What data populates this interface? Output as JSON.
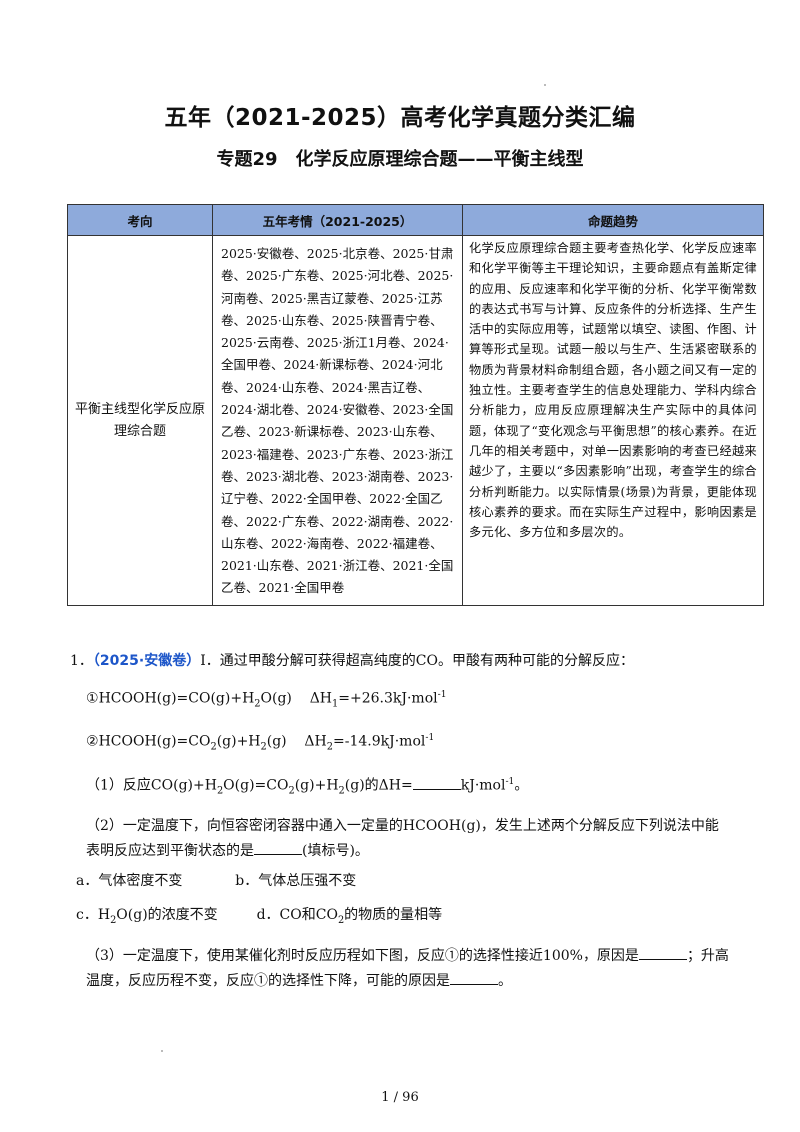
{
  "title": "五年（2021-2025）高考化学真题分类汇编",
  "subtitle": "专题29　化学反应原理综合题——平衡主线型",
  "table": {
    "headers": [
      "考向",
      "五年考情（2021-2025）",
      "命题趋势"
    ],
    "topic": "平衡主线型化学反应原理综合题",
    "exams": "2025·安徽卷、2025·北京卷、2025·甘肃卷、2025·广东卷、2025·河北卷、2025·河南卷、2025·黑吉辽蒙卷、2025·江苏卷、2025·山东卷、2025·陕晋青宁卷、2025·云南卷、2025·浙江1月卷、2024·全国甲卷、2024·新课标卷、2024·河北卷、2024·山东卷、2024·黑吉辽卷、2024·湖北卷、2024·安徽卷、2023·全国乙卷、2023·新课标卷、2023·山东卷、2023·福建卷、2023·广东卷、2023·浙江卷、2023·湖北卷、2023·湖南卷、2023·辽宁卷、2022·全国甲卷、2022·全国乙卷、2022·广东卷、2022·湖南卷、2022·山东卷、2022·海南卷、2022·福建卷、2021·山东卷、2021·浙江卷、2021·全国乙卷、2021·全国甲卷",
    "trend": "化学反应原理综合题主要考查热化学、化学反应速率和化学平衡等主干理论知识，主要命题点有盖斯定律的应用、反应速率和化学平衡的分析、化学平衡常数的表达式书写与计算、反应条件的分析选择、生产生活中的实际应用等，试题常以填空、读图、作图、计算等形式呈现。试题一般以与生产、生活紧密联系的物质为背景材料命制组合题，各小题之间又有一定的独立性。主要考查学生的信息处理能力、学科内综合分析能力，应用反应原理解决生产实际中的具体问题，体现了“变化观念与平衡思想”的核心素养。在近几年的相关考题中，对单一因素影响的考查已经越来越少了，主要以“多因素影响”出现，考查学生的综合分析判断能力。以实际情景(场景)为背景，更能体现核心素养的要求。而在实际生产过程中，影响因素是多元化、多方位和多层次的。"
  },
  "question1": {
    "number": "1．",
    "source": "（2025·安徽卷）",
    "intro_prefix": "I．通过甲酸分解可获得超高纯度的",
    "intro_co": "CO",
    "intro_suffix": "。甲酸有两种可能的分解反应：",
    "reaction1_label": "①",
    "reaction2_label": "②",
    "dh1": "ΔH",
    "dh1_val": "=+26.3kJ·mol",
    "dh2_val": "=-14.9kJ·mol",
    "part1_prefix": "（1）反应",
    "part1_mid": "的",
    "part1_dh": "ΔH=",
    "part1_unit": "kJ·mol",
    "part1_end": "。",
    "part2_a": "（2）一定温度下，向恒容密闭容器中通入一定量的",
    "part2_b": "，发生上述两个分解反应下列说法中能表明反应达到平衡状态的是",
    "part2_c": "(填标号)。",
    "option_a": "a．气体密度不变",
    "option_b": "b．气体总压强不变",
    "option_c_prefix": "c．",
    "option_c_suffix": "的浓度不变",
    "option_d_prefix": "d．CO和",
    "option_d_suffix": "的物质的量相等",
    "part3_a": "（3）一定温度下，使用某催化剂时反应历程如下图，反应①的选择性接近",
    "part3_pct": "100%",
    "part3_b": "，原因是",
    "part3_c": "；升高温度，反应历程不变，反应①的选择性下降，可能的原因是",
    "part3_d": "。"
  },
  "footer": "1 / 96"
}
